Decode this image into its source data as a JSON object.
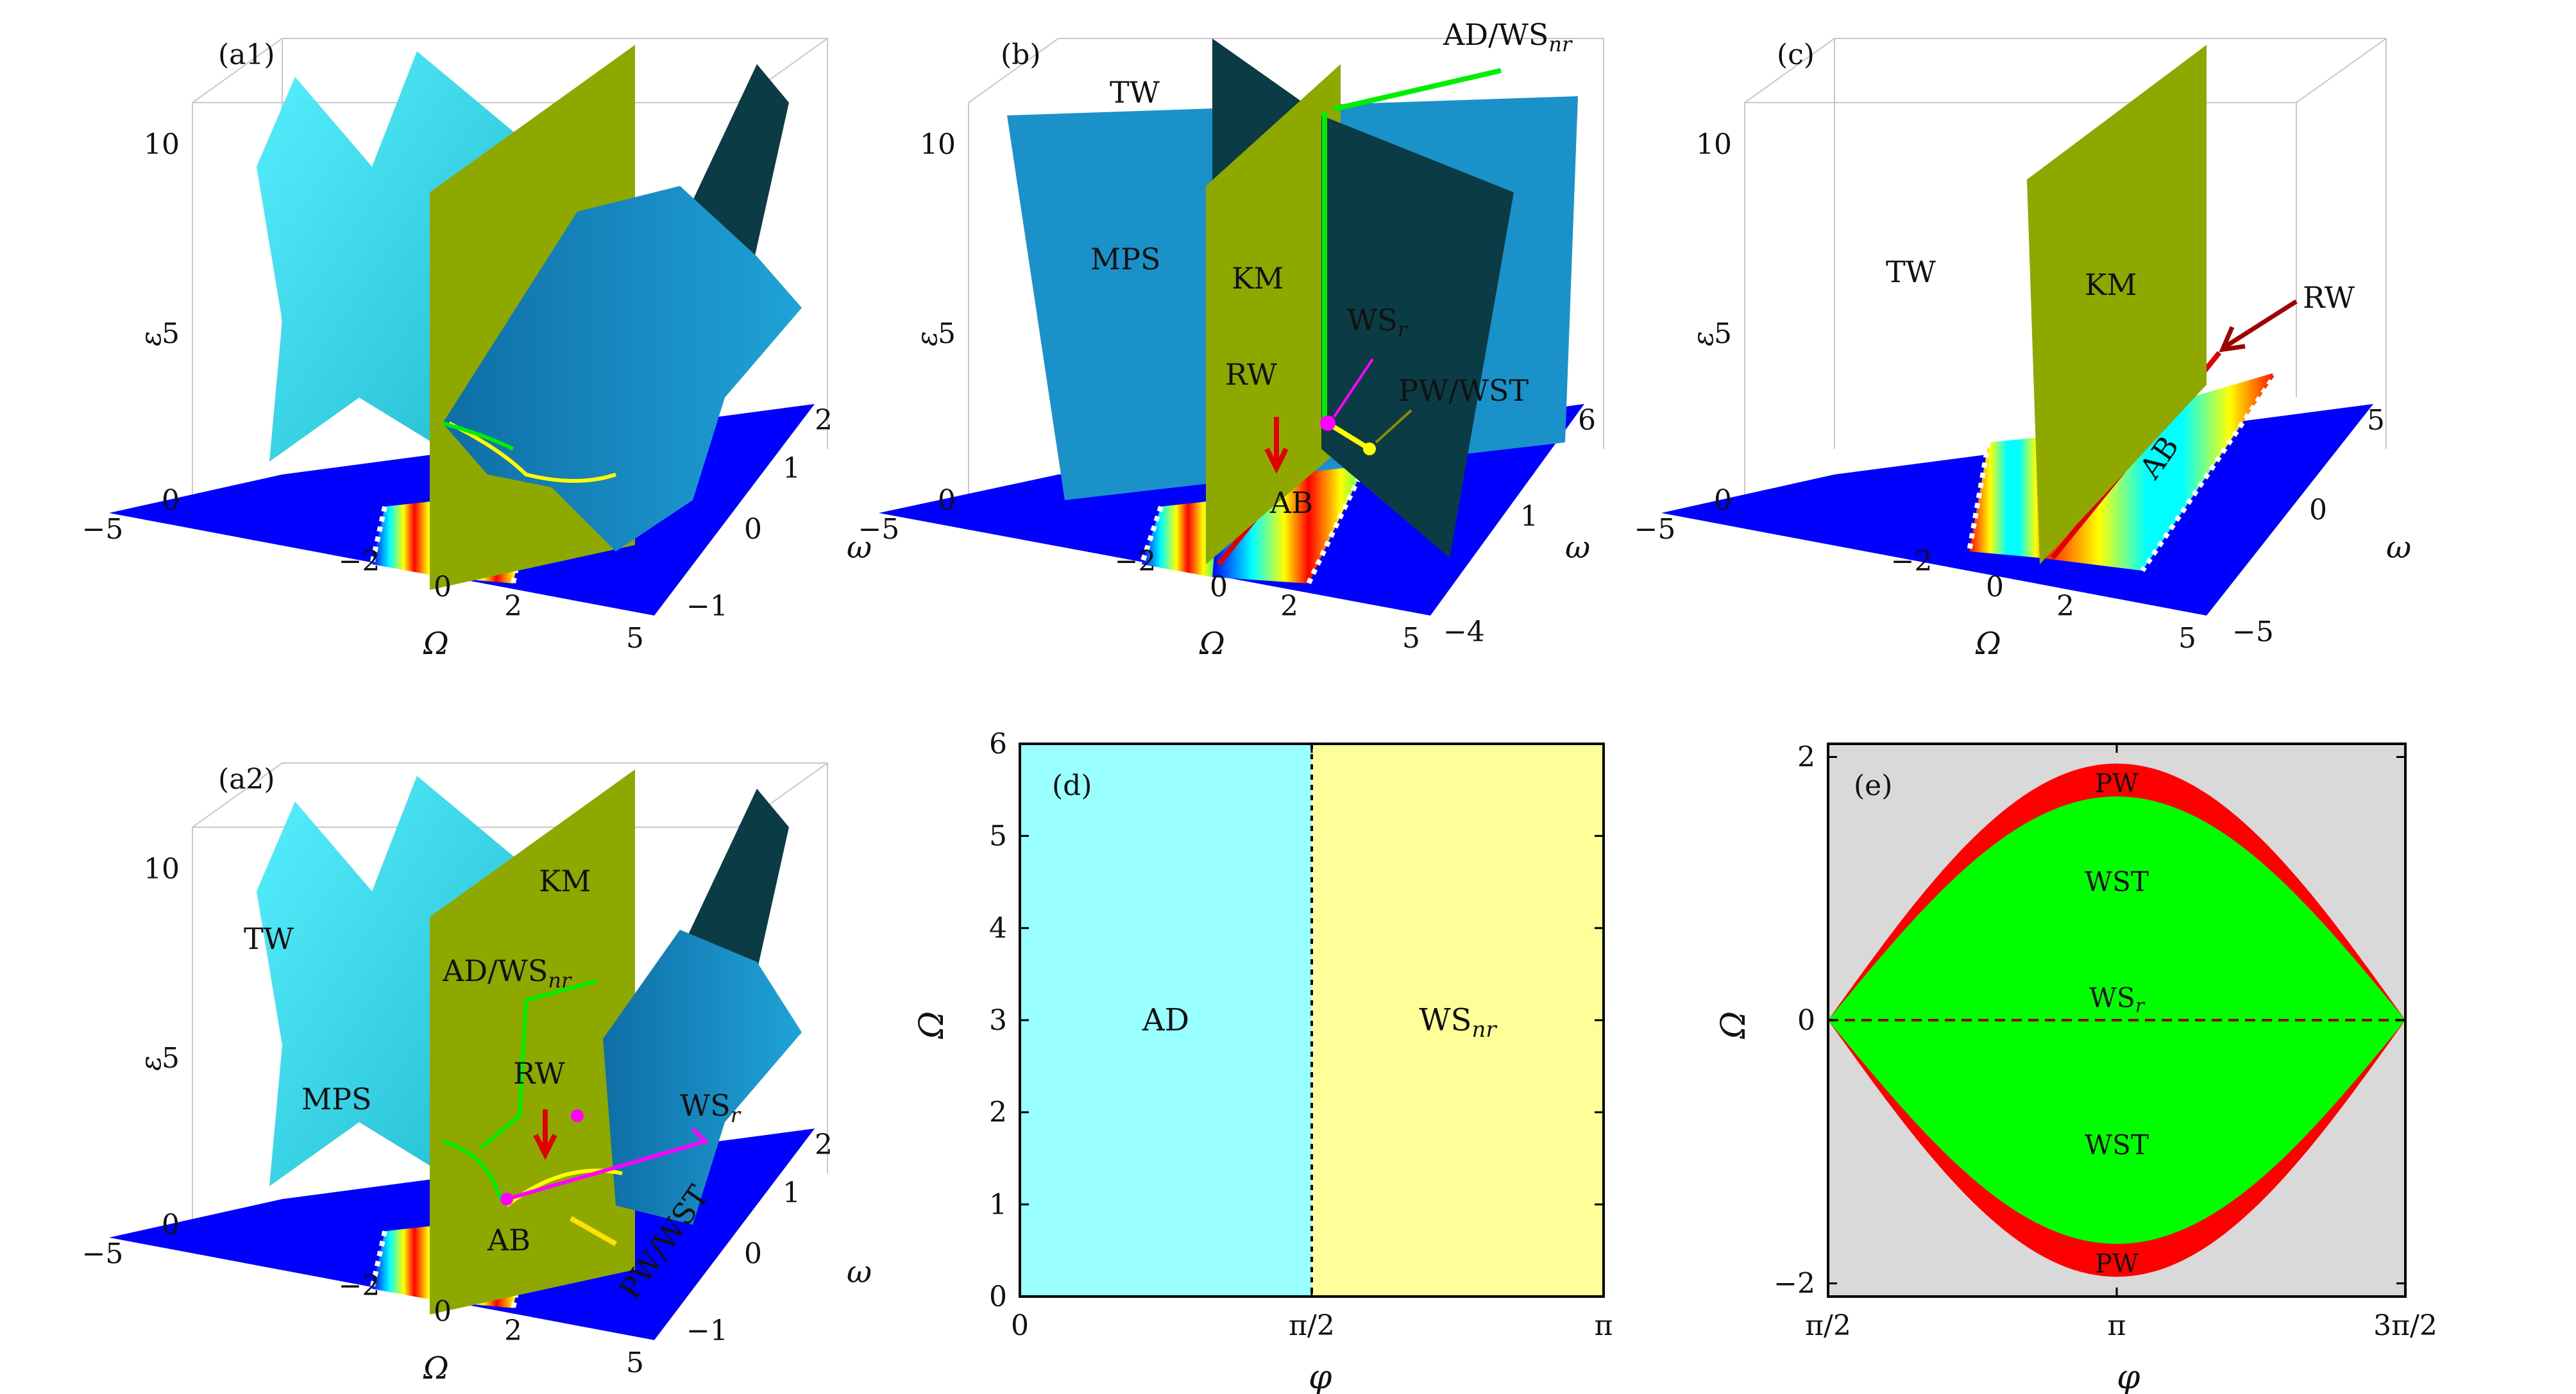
{
  "chart_data": [
    {
      "panel": "(a1)",
      "type": "surface3d",
      "z_label": "ε",
      "x_label": "Ω",
      "y_label": "ω",
      "z_ticks": [
        "0",
        "5",
        "10"
      ],
      "x_ticks": [
        "−5",
        "−2",
        "0",
        "2",
        "5"
      ],
      "y_ticks": [
        "−1",
        "0",
        "1",
        "2"
      ],
      "annotations": []
    },
    {
      "panel": "(b)",
      "type": "surface3d",
      "z_label": "ε",
      "x_label": "Ω",
      "y_label": "ω",
      "z_ticks": [
        "0",
        "5",
        "10"
      ],
      "x_ticks": [
        "−5",
        "−2",
        "0",
        "2",
        "5"
      ],
      "y_ticks": [
        "−4",
        "1",
        "6"
      ],
      "annotations": [
        "TW",
        "MPS",
        "KM",
        "RW",
        "AB",
        "PW/WST"
      ],
      "annotation_sub": {
        "ws_r": {
          "base": "WS",
          "sub": "r"
        },
        "ad_ws": {
          "base": "AD/WS",
          "sub": "nr"
        }
      }
    },
    {
      "panel": "(c)",
      "type": "surface3d",
      "z_label": "ε",
      "x_label": "Ω",
      "y_label": "ω",
      "z_ticks": [
        "0",
        "5",
        "10"
      ],
      "x_ticks": [
        "−5",
        "−2",
        "0",
        "2",
        "5"
      ],
      "y_ticks": [
        "−5",
        "0",
        "5"
      ],
      "annotations": [
        "TW",
        "KM",
        "RW",
        "AB"
      ]
    },
    {
      "panel": "(a2)",
      "type": "surface3d",
      "z_label": "ε",
      "x_label": "Ω",
      "y_label": "ω",
      "z_ticks": [
        "0",
        "5",
        "10"
      ],
      "x_ticks": [
        "−5",
        "−2",
        "0",
        "2",
        "5"
      ],
      "y_ticks": [
        "−1",
        "0",
        "1",
        "2"
      ],
      "annotations": [
        "TW",
        "KM",
        "MPS",
        "RW",
        "AB",
        "PW/WST"
      ],
      "annotation_sub": {
        "ws_r": {
          "base": "WS",
          "sub": "r"
        },
        "ad_ws": {
          "base": "AD/WS",
          "sub": "nr"
        }
      }
    },
    {
      "panel": "(d)",
      "type": "area",
      "x_label": "φ",
      "y_label": "Ω",
      "x_ticks": [
        "0",
        "π/2",
        "π"
      ],
      "y_ticks": [
        "0",
        "1",
        "2",
        "3",
        "4",
        "5",
        "6"
      ],
      "xlim": [
        0,
        3.1416
      ],
      "ylim": [
        0,
        6
      ],
      "regions": [
        {
          "name": "AD",
          "x_range": [
            0,
            1.5708
          ],
          "color": "#99ffff"
        },
        {
          "name": "WS",
          "sub": "nr",
          "x_range": [
            1.5708,
            3.1416
          ],
          "color": "#ffff99"
        }
      ],
      "boundary_x": 1.5708
    },
    {
      "panel": "(e)",
      "type": "area",
      "x_label": "φ",
      "y_label": "Ω",
      "x_ticks": [
        "π/2",
        "π",
        "3π/2"
      ],
      "y_ticks": [
        "−2",
        "0",
        "2"
      ],
      "xlim": [
        1.5708,
        4.7124
      ],
      "ylim": [
        -2.1,
        2.1
      ],
      "outer_peak": 1.95,
      "inner_peak": 1.7,
      "colors": {
        "background": "#d9d9d9",
        "pw": "#ff0000",
        "wst": "#00ff00",
        "dashed": "#8b0000"
      },
      "labels": {
        "pw_top": "PW",
        "pw_bottom": "PW",
        "wst_top": "WST",
        "wst_bottom": "WST",
        "ws_base": "WS",
        "ws_sub": "r"
      }
    }
  ],
  "colors": {
    "cyan": "#33e6ff",
    "olive": "#8fa800",
    "darkteal": "#0b3b45",
    "steelblue": "#1a91c8",
    "floor": "#0000ff",
    "red": "#e00000",
    "green": "#00ee00",
    "magenta": "#ff00ff",
    "yellow": "#ffff00"
  }
}
